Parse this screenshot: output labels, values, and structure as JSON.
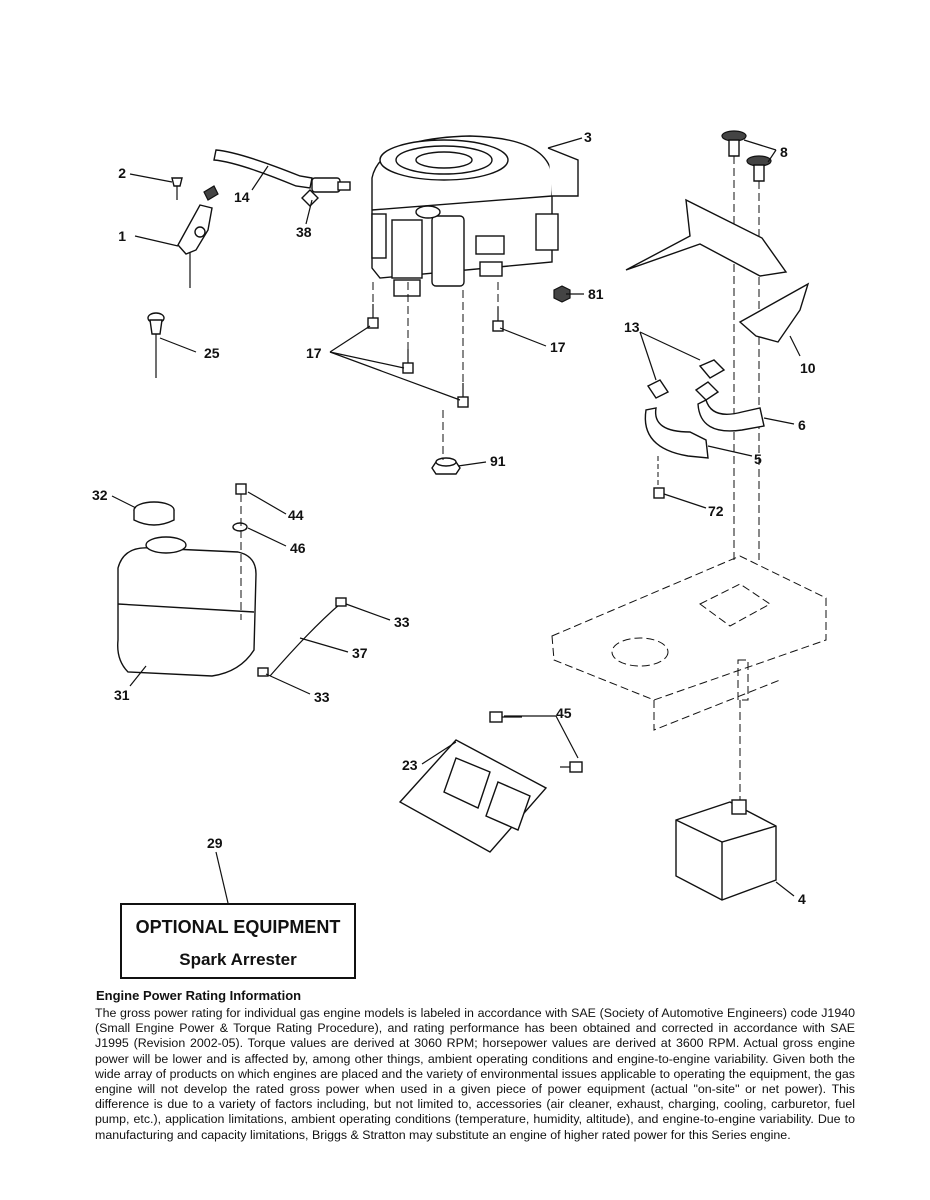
{
  "diagram": {
    "callouts": [
      {
        "id": "1",
        "text": "1"
      },
      {
        "id": "2",
        "text": "2"
      },
      {
        "id": "3",
        "text": "3"
      },
      {
        "id": "4",
        "text": "4"
      },
      {
        "id": "5",
        "text": "5"
      },
      {
        "id": "6",
        "text": "6"
      },
      {
        "id": "8",
        "text": "8"
      },
      {
        "id": "10",
        "text": "10"
      },
      {
        "id": "13",
        "text": "13"
      },
      {
        "id": "14",
        "text": "14"
      },
      {
        "id": "17a",
        "text": "17"
      },
      {
        "id": "17b",
        "text": "17"
      },
      {
        "id": "23",
        "text": "23"
      },
      {
        "id": "25",
        "text": "25"
      },
      {
        "id": "29",
        "text": "29"
      },
      {
        "id": "31",
        "text": "31"
      },
      {
        "id": "32",
        "text": "32"
      },
      {
        "id": "33a",
        "text": "33"
      },
      {
        "id": "33b",
        "text": "33"
      },
      {
        "id": "37",
        "text": "37"
      },
      {
        "id": "38",
        "text": "38"
      },
      {
        "id": "44",
        "text": "44"
      },
      {
        "id": "45",
        "text": "45"
      },
      {
        "id": "46",
        "text": "46"
      },
      {
        "id": "72",
        "text": "72"
      },
      {
        "id": "81",
        "text": "81"
      },
      {
        "id": "91",
        "text": "91"
      }
    ]
  },
  "optional_equipment": {
    "title": "OPTIONAL EQUIPMENT",
    "item": "Spark Arrester"
  },
  "engine_info": {
    "heading": "Engine Power Rating Information",
    "body": "The gross power rating for individual gas engine models is labeled in accordance with SAE (Society of Automotive Engineers) code J1940 (Small Engine Power & Torque Rating Procedure), and rating performance has been obtained and corrected in accordance with SAE J1995 (Revision 2002-05). Torque values are derived at 3060 RPM; horsepower values are derived at 3600 RPM. Actual gross engine power will be lower and is affected by, among other things, ambient operating conditions and engine-to-engine variability. Given both the wide array of products on which engines are placed and the variety of environmental issues applicable to operating the equipment, the gas engine will not develop the rated gross power when used in a given piece of power equipment (actual \"on-site\" or net power). This difference is due to a variety of factors including, but not limited to, accessories (air cleaner, exhaust, charging, cooling, carburetor, fuel pump, etc.), application limitations, ambient operating conditions (temperature, humidity, altitude), and engine-to-engine variability. Due to manufacturing and capacity limitations, Briggs & Stratton may substitute an engine of higher rated power for this Series engine."
  }
}
